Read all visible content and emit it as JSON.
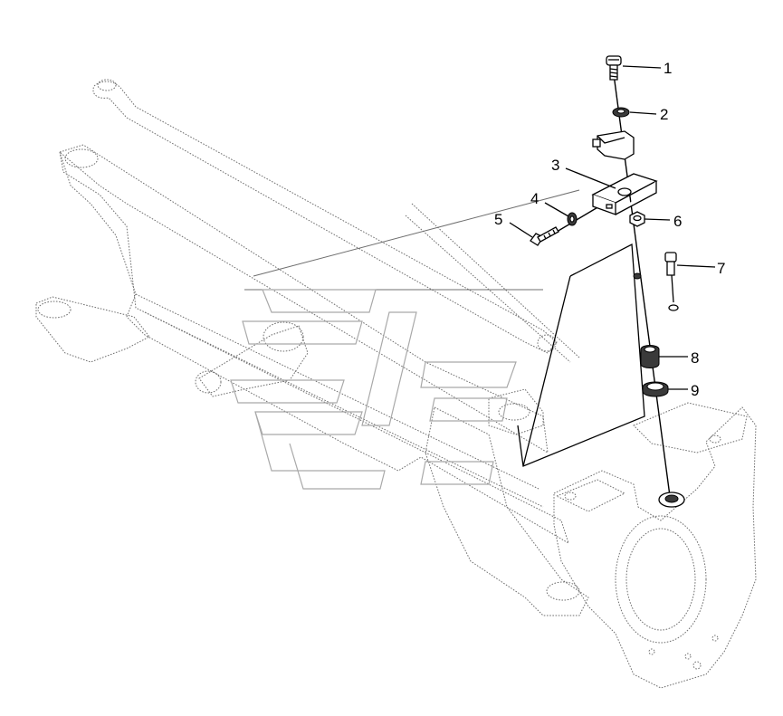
{
  "callouts": [
    {
      "number": "1",
      "part": "screw"
    },
    {
      "number": "2",
      "part": "washer"
    },
    {
      "number": "3",
      "part": "bracket"
    },
    {
      "number": "4",
      "part": "washer"
    },
    {
      "number": "5",
      "part": "bolt"
    },
    {
      "number": "6",
      "part": "nut"
    },
    {
      "number": "7",
      "part": "screw"
    },
    {
      "number": "8",
      "part": "bushing"
    },
    {
      "number": "9",
      "part": "ring"
    }
  ],
  "colors": {
    "ink": "#000000",
    "ghost_lines": "#6f6f6f",
    "watermark": "#a9a9a9"
  }
}
